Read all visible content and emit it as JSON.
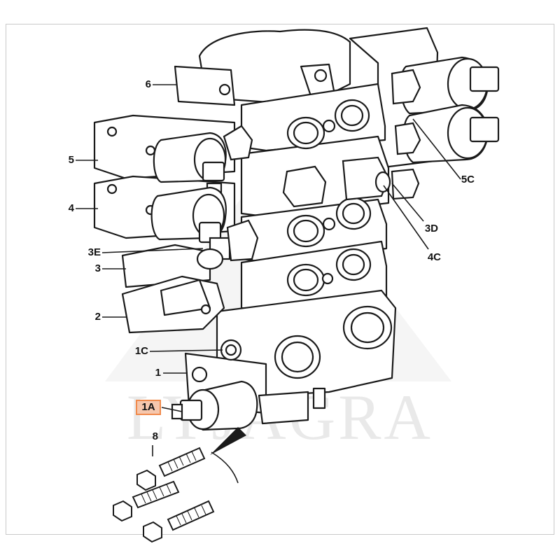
{
  "watermark": {
    "text": "LYJAGRA"
  },
  "labels": {
    "l6": "6",
    "l5": "5",
    "l4": "4",
    "l3E": "3E",
    "l3": "3",
    "l2": "2",
    "l1C": "1C",
    "l1": "1",
    "l1A": "1A",
    "l8": "8",
    "l5C": "5C",
    "l3D": "3D",
    "l4C": "4C"
  },
  "highlight": {
    "label": "1A",
    "fill": "#f6c7ad",
    "border": "#f08a4c"
  }
}
